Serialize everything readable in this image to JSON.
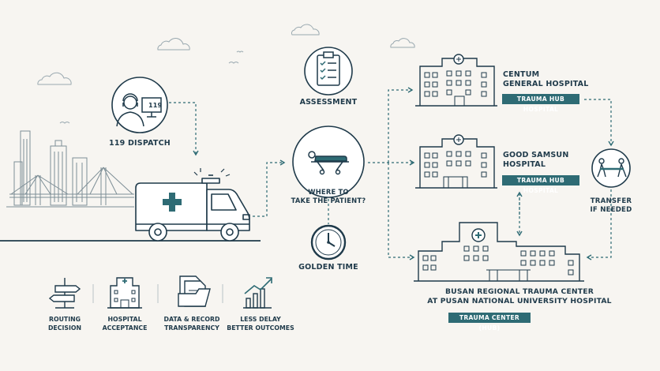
{
  "colors": {
    "ink": "#1f3a4a",
    "teal": "#2e6b74",
    "light": "#f7f5f1",
    "skyline": "#7d8e96"
  },
  "dispatch": {
    "screen": "119",
    "label": "119 DISPATCH"
  },
  "assessment": {
    "label": "ASSESSMENT"
  },
  "decision": {
    "line1": "WHERE TO",
    "line2": "TAKE THE PATIENT?"
  },
  "golden_time": {
    "label": "GOLDEN TIME"
  },
  "hospitals": {
    "centum": {
      "line1": "CENTUM",
      "line2": "GENERAL HOSPITAL",
      "badge": "TRAUMA HUB HOSPITAL"
    },
    "good_samsun": {
      "line1": "GOOD SAMSUN",
      "line2": "HOSPITAL",
      "badge": "TRAUMA HUB HOSPITAL"
    },
    "busan": {
      "line1": "BUSAN REGIONAL TRAUMA CENTER",
      "line2": "AT PUSAN NATIONAL UNIVERSITY HOSPITAL",
      "badge": "TRAUMA CENTER (HUB)"
    }
  },
  "transfer": {
    "line1": "TRANSFER",
    "line2": "IF NEEDED"
  },
  "features": [
    {
      "icon": "signpost-icon",
      "line1": "ROUTING",
      "line2": "DECISION"
    },
    {
      "icon": "hospital-icon",
      "line1": "HOSPITAL",
      "line2": "ACCEPTANCE"
    },
    {
      "icon": "documents-icon",
      "line1": "DATA & RECORD",
      "line2": "TRANSPARENCY"
    },
    {
      "icon": "growth-chart-icon",
      "line1": "LESS DELAY",
      "line2": "BETTER OUTCOMES"
    }
  ]
}
